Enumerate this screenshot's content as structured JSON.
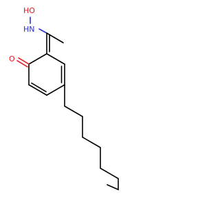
{
  "molecule": {
    "atoms": {
      "hydroxyl": "HO",
      "amine": "HN",
      "carbonyl_oxygen": "O"
    },
    "colors": {
      "oxygen": "#e8141b",
      "nitrogen": "#2a2fd0",
      "carbon_bond": "#000000",
      "background": "#ffffff"
    }
  }
}
